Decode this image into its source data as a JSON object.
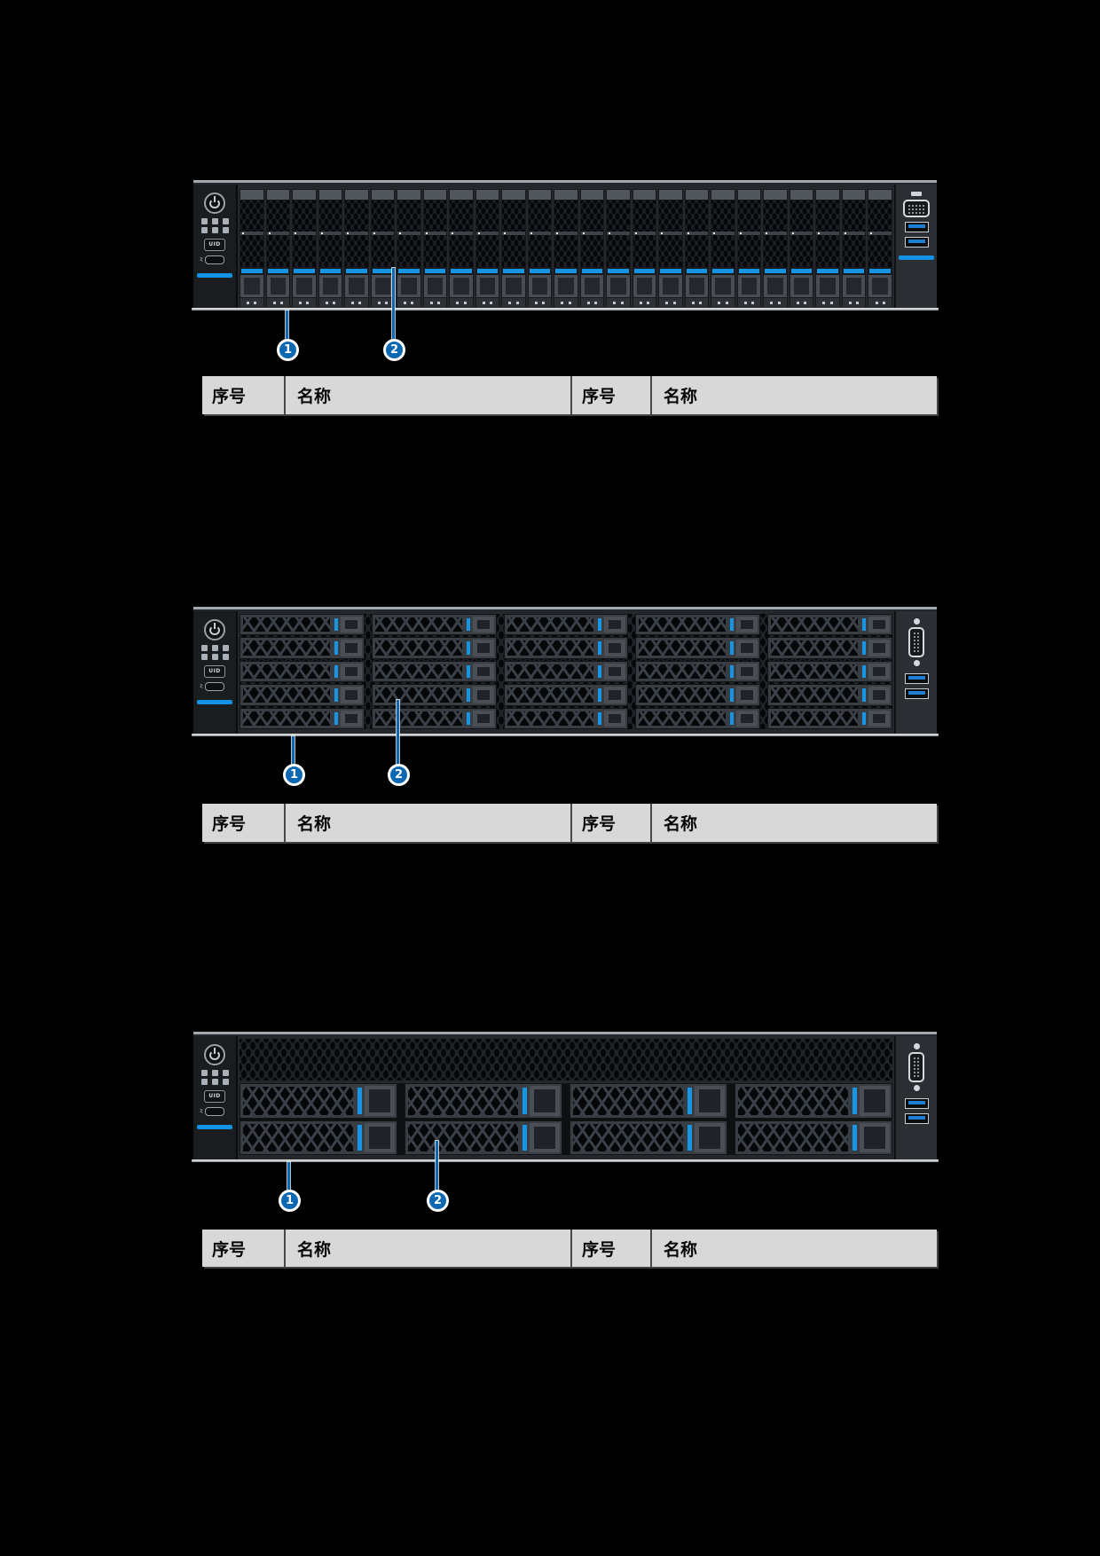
{
  "page": {
    "background": "#000000"
  },
  "palette": {
    "callout_blue": "#0d68b3",
    "led_blue": "#1795e5",
    "front_bar_blue": "#1493e6",
    "chassis_gray": "#24272b",
    "table_header_bg": "#d8d8d8",
    "table_header_text": "#060606"
  },
  "uid_label": "UID",
  "figures": [
    {
      "view": "front-panel-25-sff-bays",
      "drive_bays": 25,
      "callouts": [
        "1",
        "2"
      ]
    },
    {
      "view": "front-panel-25-horizontal-bays",
      "rows": 5,
      "columns": 5,
      "callouts": [
        "1",
        "2"
      ]
    },
    {
      "view": "front-panel-8-lff-bays",
      "rows": 2,
      "columns": 4,
      "callouts": [
        "1",
        "2"
      ]
    }
  ],
  "tables": [
    {
      "headers": [
        "序号",
        "名称",
        "序号",
        "名称"
      ]
    },
    {
      "headers": [
        "序号",
        "名称",
        "序号",
        "名称"
      ]
    },
    {
      "headers": [
        "序号",
        "名称",
        "序号",
        "名称"
      ]
    }
  ]
}
